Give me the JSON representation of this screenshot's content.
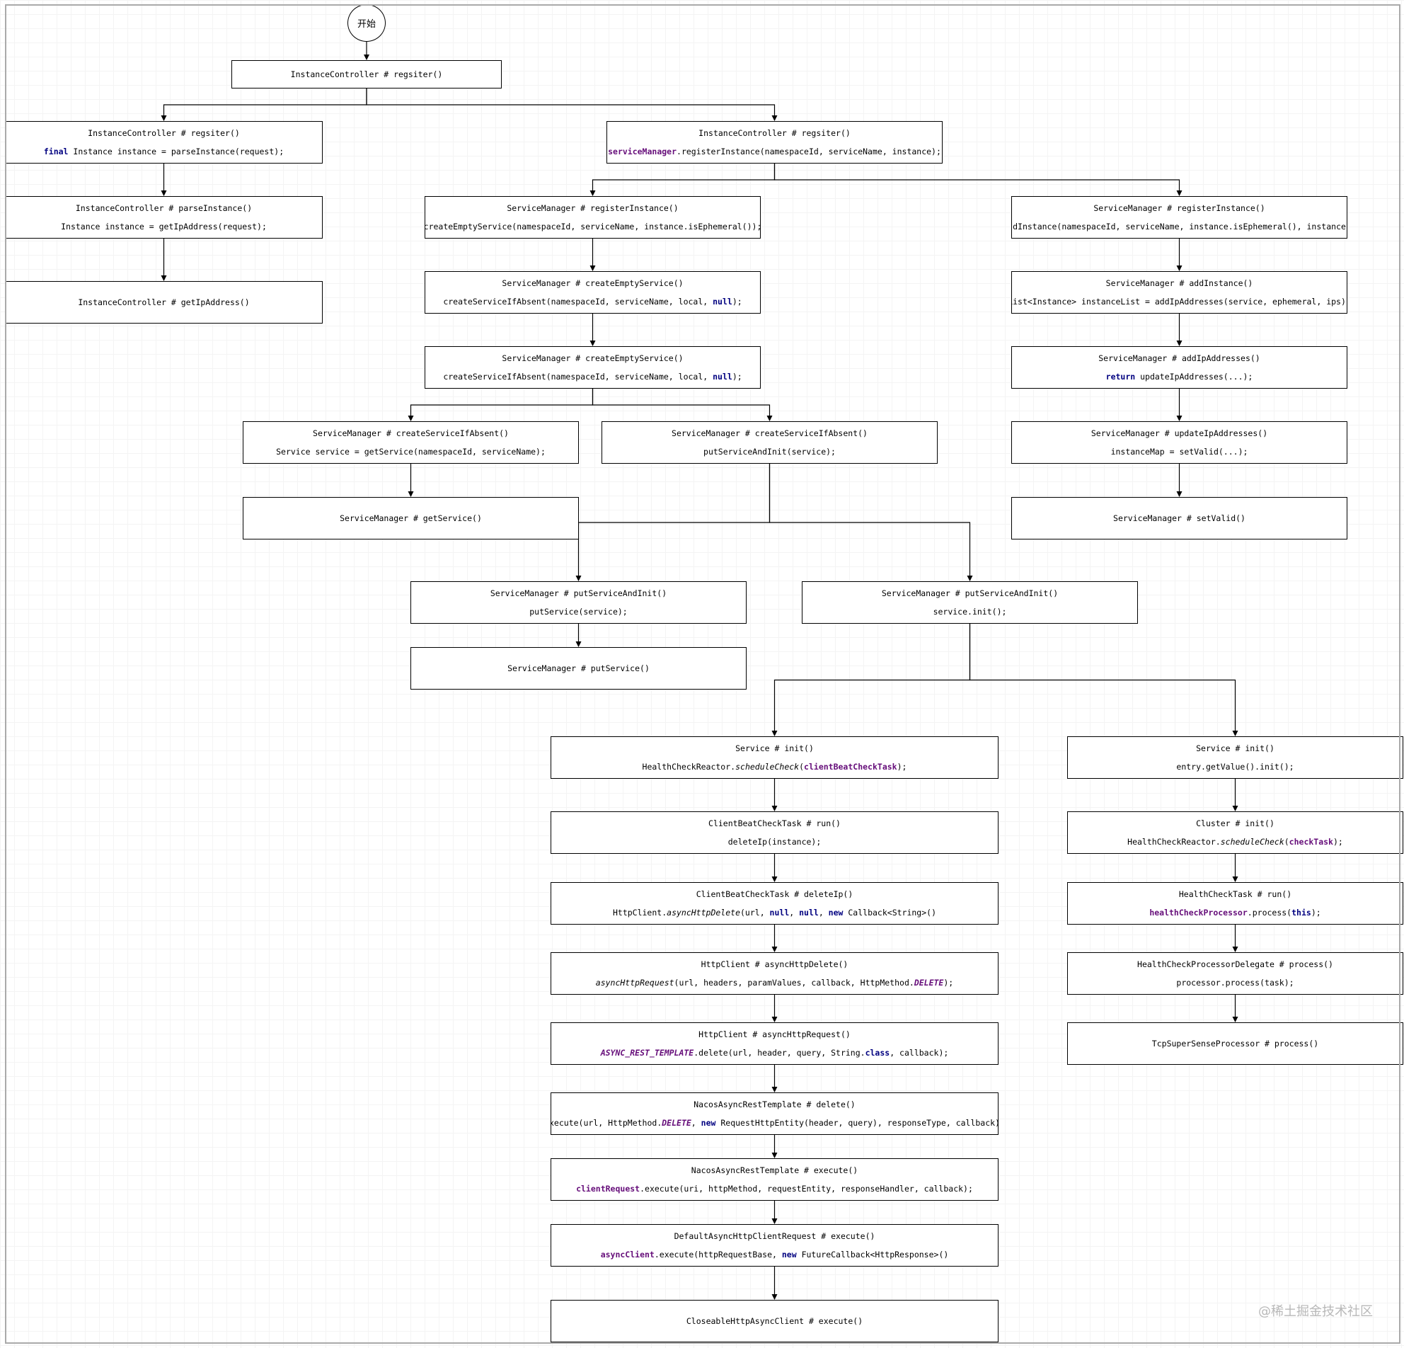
{
  "start": {
    "label": "开始"
  },
  "watermark": "@稀土掘金技术社区",
  "nodes": {
    "n0": {
      "lines": [
        [
          [
            "InstanceController # regsiter()"
          ]
        ]
      ]
    },
    "n1": {
      "lines": [
        [
          [
            "InstanceController # regsiter()"
          ]
        ],
        [
          [
            "final",
            "kw"
          ],
          [
            " Instance instance = parseInstance(request);"
          ]
        ]
      ]
    },
    "n2": {
      "lines": [
        [
          [
            "InstanceController # parseInstance()"
          ]
        ],
        [
          [
            "Instance instance = getIpAddress(request);"
          ]
        ]
      ]
    },
    "n3": {
      "lines": [
        [
          [
            "InstanceController # getIpAddress()"
          ]
        ]
      ]
    },
    "n4": {
      "lines": [
        [
          [
            "InstanceController # regsiter()"
          ]
        ],
        [
          [
            "serviceManager",
            "fld"
          ],
          [
            ".registerInstance(namespaceId, serviceName, instance);"
          ]
        ]
      ]
    },
    "n5": {
      "lines": [
        [
          [
            "ServiceManager # registerInstance()"
          ]
        ],
        [
          [
            "createEmptyService(namespaceId, serviceName, instance.isEphemeral());"
          ]
        ]
      ]
    },
    "n6": {
      "lines": [
        [
          [
            "ServiceManager # createEmptyService()"
          ]
        ],
        [
          [
            "createServiceIfAbsent(namespaceId, serviceName, local, "
          ],
          [
            "null",
            "kw"
          ],
          [
            ");"
          ]
        ]
      ]
    },
    "n7": {
      "lines": [
        [
          [
            "ServiceManager # createEmptyService()"
          ]
        ],
        [
          [
            "createServiceIfAbsent(namespaceId, serviceName, local, "
          ],
          [
            "null",
            "kw"
          ],
          [
            ");"
          ]
        ]
      ]
    },
    "n8": {
      "lines": [
        [
          [
            "ServiceManager # createServiceIfAbsent()"
          ]
        ],
        [
          [
            "Service service = getService(namespaceId, serviceName);"
          ]
        ]
      ]
    },
    "n9": {
      "lines": [
        [
          [
            "ServiceManager # getService()"
          ]
        ]
      ]
    },
    "n10": {
      "lines": [
        [
          [
            "ServiceManager # createServiceIfAbsent()"
          ]
        ],
        [
          [
            "putServiceAndInit(service);"
          ]
        ]
      ]
    },
    "n11": {
      "lines": [
        [
          [
            "ServiceManager # putServiceAndInit()"
          ]
        ],
        [
          [
            "putService(service);"
          ]
        ]
      ]
    },
    "n12": {
      "lines": [
        [
          [
            "ServiceManager # putService()"
          ]
        ]
      ]
    },
    "n13": {
      "lines": [
        [
          [
            "ServiceManager # putServiceAndInit()"
          ]
        ],
        [
          [
            "service.init();"
          ]
        ]
      ]
    },
    "n14": {
      "lines": [
        [
          [
            "Service # init()"
          ]
        ],
        [
          [
            "HealthCheckReactor."
          ],
          [
            "scheduleCheck",
            "it"
          ],
          [
            "("
          ],
          [
            "clientBeatCheckTask",
            "fld"
          ],
          [
            ");"
          ]
        ]
      ]
    },
    "n15": {
      "lines": [
        [
          [
            "ClientBeatCheckTask # run()"
          ]
        ],
        [
          [
            "deleteIp(instance);"
          ]
        ]
      ]
    },
    "n16": {
      "lines": [
        [
          [
            "ClientBeatCheckTask # deleteIp()"
          ]
        ],
        [
          [
            "HttpClient."
          ],
          [
            "asyncHttpDelete",
            "it"
          ],
          [
            "(url, "
          ],
          [
            "null",
            "kw"
          ],
          [
            ", "
          ],
          [
            "null",
            "kw"
          ],
          [
            ", "
          ],
          [
            "new",
            "kw"
          ],
          [
            " Callback<String>()"
          ]
        ]
      ]
    },
    "n17": {
      "lines": [
        [
          [
            "HttpClient # asyncHttpDelete()"
          ]
        ],
        [
          [
            "asyncHttpRequest",
            "it"
          ],
          [
            "(url, headers, paramValues, callback, HttpMethod."
          ],
          [
            "DELETE",
            "itf"
          ],
          [
            ");"
          ]
        ]
      ]
    },
    "n18": {
      "lines": [
        [
          [
            "HttpClient # asyncHttpRequest()"
          ]
        ],
        [
          [
            "ASYNC_REST_TEMPLATE",
            "itf"
          ],
          [
            ".delete(url, header, query, String."
          ],
          [
            "class",
            "kw"
          ],
          [
            ", callback);"
          ]
        ]
      ]
    },
    "n19": {
      "lines": [
        [
          [
            "NacosAsyncRestTemplate # delete()"
          ]
        ],
        [
          [
            "execute(url, HttpMethod."
          ],
          [
            "DELETE",
            "itf"
          ],
          [
            ", "
          ],
          [
            "new",
            "kw"
          ],
          [
            " RequestHttpEntity(header, query), responseType, callback);"
          ]
        ]
      ]
    },
    "n20": {
      "lines": [
        [
          [
            "NacosAsyncRestTemplate # execute()"
          ]
        ],
        [
          [
            "clientRequest",
            "fld"
          ],
          [
            ".execute(uri, httpMethod, requestEntity, responseHandler, callback);"
          ]
        ]
      ]
    },
    "n21": {
      "lines": [
        [
          [
            "DefaultAsyncHttpClientRequest # execute()"
          ]
        ],
        [
          [
            "asyncClient",
            "fld"
          ],
          [
            ".execute(httpRequestBase, "
          ],
          [
            "new",
            "kw"
          ],
          [
            " FutureCallback<HttpResponse>()"
          ]
        ]
      ]
    },
    "n22": {
      "lines": [
        [
          [
            "CloseableHttpAsyncClient # execute()"
          ]
        ]
      ]
    },
    "n23": {
      "lines": [
        [
          [
            "Service # init()"
          ]
        ],
        [
          [
            "entry.getValue().init();"
          ]
        ]
      ]
    },
    "n24": {
      "lines": [
        [
          [
            "Cluster # init()"
          ]
        ],
        [
          [
            "HealthCheckReactor."
          ],
          [
            "scheduleCheck",
            "it"
          ],
          [
            "("
          ],
          [
            "checkTask",
            "fld"
          ],
          [
            ");"
          ]
        ]
      ]
    },
    "n25": {
      "lines": [
        [
          [
            "HealthCheckTask # run()"
          ]
        ],
        [
          [
            "healthCheckProcessor",
            "fld"
          ],
          [
            ".process("
          ],
          [
            "this",
            "kw"
          ],
          [
            ");"
          ]
        ]
      ]
    },
    "n26": {
      "lines": [
        [
          [
            "HealthCheckProcessorDelegate # process()"
          ]
        ],
        [
          [
            "processor.process(task);"
          ]
        ]
      ]
    },
    "n27": {
      "lines": [
        [
          [
            "TcpSuperSenseProcessor # process()"
          ]
        ]
      ]
    },
    "n28": {
      "lines": [
        [
          [
            "ServiceManager # registerInstance()"
          ]
        ],
        [
          [
            "addInstance(namespaceId, serviceName, instance.isEphemeral(), instance);"
          ]
        ]
      ]
    },
    "n29": {
      "lines": [
        [
          [
            "ServiceManager # addInstance()"
          ]
        ],
        [
          [
            "List<Instance> instanceList = addIpAddresses(service, ephemeral, ips);"
          ]
        ]
      ]
    },
    "n30": {
      "lines": [
        [
          [
            "ServiceManager # addIpAddresses()"
          ]
        ],
        [
          [
            "return",
            "kw"
          ],
          [
            " updateIpAddresses(...);"
          ]
        ]
      ]
    },
    "n31": {
      "lines": [
        [
          [
            "ServiceManager # updateIpAddresses()"
          ]
        ],
        [
          [
            "instanceMap = setValid(...);"
          ]
        ]
      ]
    },
    "n32": {
      "lines": [
        [
          [
            "ServiceManager # setValid()"
          ]
        ]
      ]
    }
  },
  "edges": [
    [
      "start",
      "n0"
    ],
    [
      "n0",
      "n1"
    ],
    [
      "n0",
      "n4"
    ],
    [
      "n1",
      "n2"
    ],
    [
      "n2",
      "n3"
    ],
    [
      "n4",
      "n5"
    ],
    [
      "n4",
      "n28"
    ],
    [
      "n5",
      "n6"
    ],
    [
      "n6",
      "n7"
    ],
    [
      "n7",
      "n8"
    ],
    [
      "n7",
      "n10"
    ],
    [
      "n8",
      "n9"
    ],
    [
      "n10",
      "n11"
    ],
    [
      "n10",
      "n13"
    ],
    [
      "n11",
      "n12"
    ],
    [
      "n13",
      "n14"
    ],
    [
      "n13",
      "n23"
    ],
    [
      "n14",
      "n15"
    ],
    [
      "n15",
      "n16"
    ],
    [
      "n16",
      "n17"
    ],
    [
      "n17",
      "n18"
    ],
    [
      "n18",
      "n19"
    ],
    [
      "n19",
      "n20"
    ],
    [
      "n20",
      "n21"
    ],
    [
      "n21",
      "n22"
    ],
    [
      "n23",
      "n24"
    ],
    [
      "n24",
      "n25"
    ],
    [
      "n25",
      "n26"
    ],
    [
      "n26",
      "n27"
    ],
    [
      "n28",
      "n29"
    ],
    [
      "n29",
      "n30"
    ],
    [
      "n30",
      "n31"
    ],
    [
      "n31",
      "n32"
    ]
  ]
}
